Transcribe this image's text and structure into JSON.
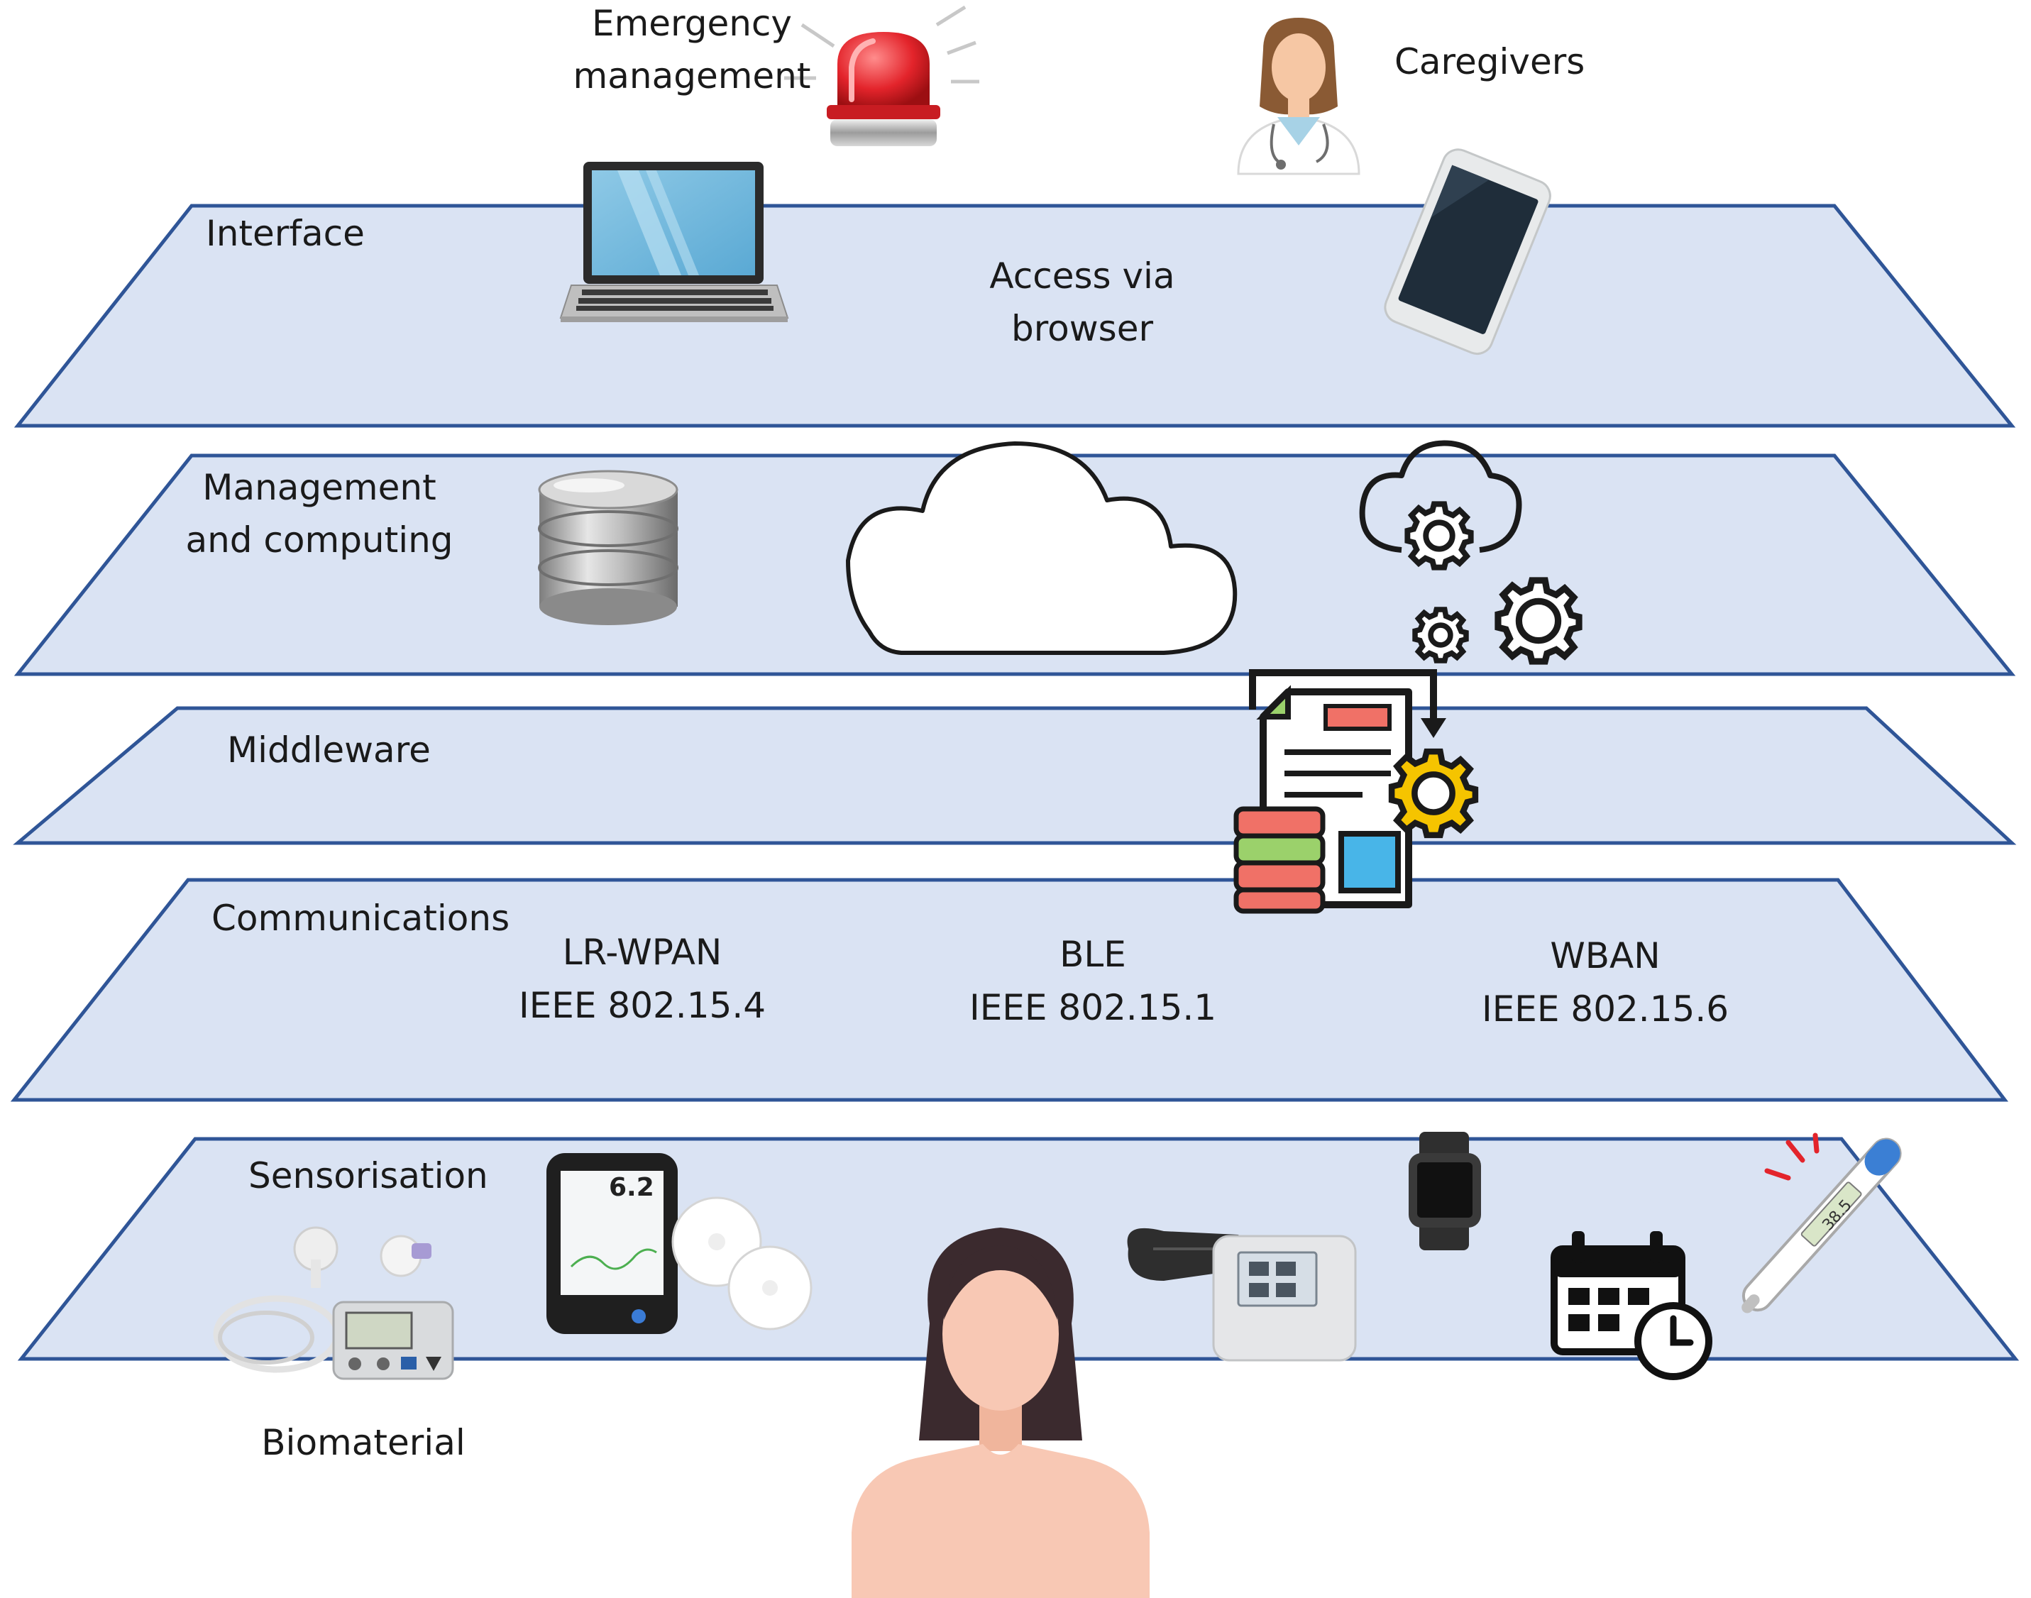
{
  "layers": [
    {
      "id": "interface",
      "label": "Interface"
    },
    {
      "id": "management",
      "label": "Management\nand computing"
    },
    {
      "id": "middleware",
      "label": "Middleware"
    },
    {
      "id": "communications",
      "label": "Communications"
    },
    {
      "id": "sensorisation",
      "label": "Sensorisation"
    }
  ],
  "top_labels": {
    "emergency": "Emergency\nmanagement",
    "caregivers": "Caregivers"
  },
  "interface": {
    "access": "Access via\nbrowser"
  },
  "communications": {
    "protocols": [
      {
        "name": "LR-WPAN",
        "standard": "IEEE 802.15.4"
      },
      {
        "name": "BLE",
        "standard": "IEEE 802.15.1"
      },
      {
        "name": "WBAN",
        "standard": "IEEE 802.15.6"
      }
    ]
  },
  "sensorisation": {
    "biomaterial": "Biomaterial",
    "glucose_reading": "6.2",
    "thermometer_reading": "38.5"
  },
  "colors": {
    "layer_fill": "#dae3f3",
    "layer_stroke": "#2f5597",
    "siren_red": "#e3242b",
    "gear_yellow": "#f5c400",
    "doc_red": "#f07167",
    "doc_green": "#9bd16b",
    "doc_blue": "#48b5e8",
    "skin": "#f8c8b4",
    "hair": "#3b2a2e"
  },
  "icons": [
    "siren-icon",
    "doctor-icon",
    "laptop-icon",
    "smartphone-icon",
    "database-icon",
    "cloud-icon",
    "cloud-gears-icon",
    "document-processing-icon",
    "insulin-pump-icon",
    "glucose-monitor-icon",
    "blood-pressure-monitor-icon",
    "smartwatch-icon",
    "calendar-clock-icon",
    "thermometer-icon",
    "patient-icon"
  ]
}
